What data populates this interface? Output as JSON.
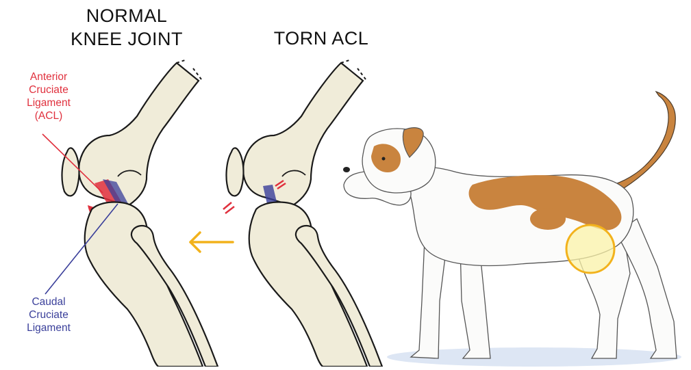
{
  "titles": {
    "normal_line1": "NORMAL",
    "normal_line2": "KNEE JOINT",
    "torn": "TORN ACL"
  },
  "labels": {
    "acl": [
      "Anterior",
      "Cruciate",
      "Ligament",
      "(ACL)"
    ],
    "ccl": [
      "Caudal",
      "Cruciate",
      "Ligament"
    ]
  },
  "colors": {
    "bone_fill": "#f0ecd9",
    "bone_stroke": "#1a1a1a",
    "acl_red": "#e0303d",
    "ccl_blue": "#3a3f9a",
    "arrow_orange": "#f2b21c",
    "dog_tan": "#c9843f",
    "dog_white": "#fbfbfa",
    "highlight_yellow": "#fbf3a8",
    "shadow_blue": "#dde6f4"
  },
  "icons": {
    "direction_arrow": "left-arrow-icon",
    "knee_highlight": "circle-highlight"
  }
}
